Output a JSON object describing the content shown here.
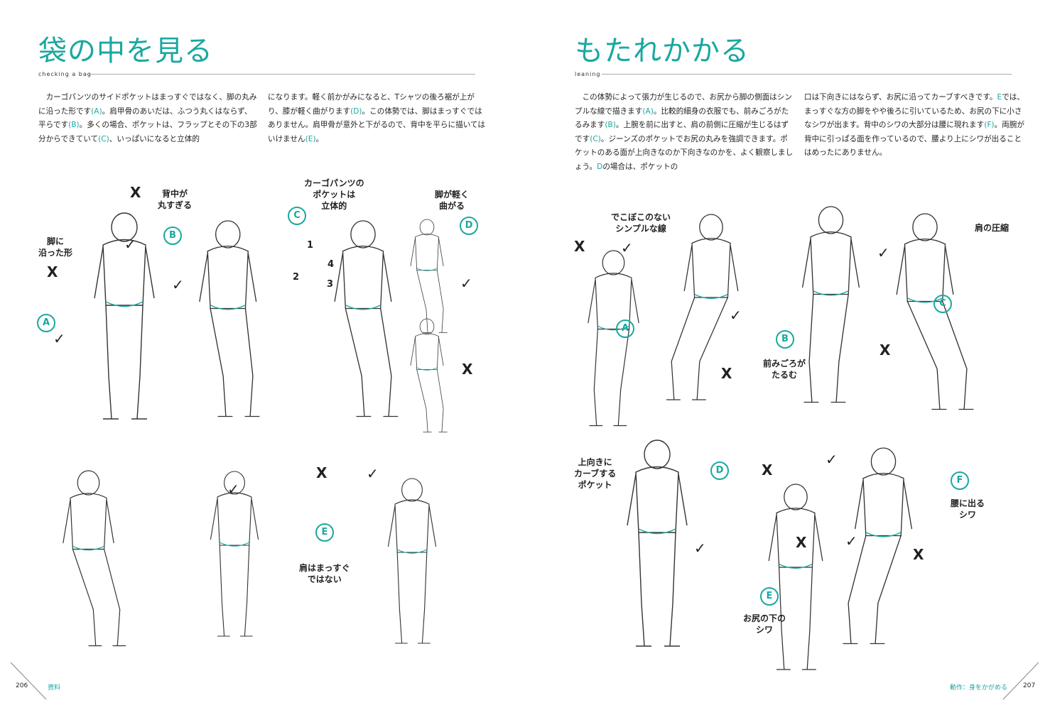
{
  "left_page": {
    "title": "袋の中を見る",
    "subtitle": "checking a bag",
    "paragraphs": [
      [
        "カーゴパンツのサイドポケットはまっすぐではなく、脚の丸みに沿った形です",
        "(A)",
        "。肩甲骨のあいだは、ふつう丸くはならず、平らです",
        "(B)",
        "。多くの場合、ポケットは、フラップとその下の3部分からできていて",
        "(C)",
        "、いっぱいになると立体的"
      ],
      [
        "になります。軽く前かがみになると、Tシャツの後ろ裾が上がり、膝が軽く曲がります",
        "(D)",
        "。この体勢では、脚はまっすぐではありません。肩甲骨が意外と下がるので、背中を平らに描いてはいけません",
        "(E)",
        "。"
      ]
    ],
    "labels": [
      "背中が\n丸すぎる",
      "脚に\n沿った形",
      "カーゴパンツの\nポケットは\n立体的",
      "脚が軽く\n曲がる",
      "肩はまっすぐ\nではない"
    ],
    "circled": [
      "A",
      "B",
      "C",
      "D",
      "E"
    ],
    "numbers": [
      "1",
      "2",
      "3",
      "4"
    ],
    "page_number": "206",
    "section": "資料"
  },
  "right_page": {
    "title": "もたれかかる",
    "subtitle": "leaning",
    "paragraphs": [
      [
        "この体勢によって張力が生じるので、お尻から脚の側面はシンプルな線で描きます",
        "(A)",
        "。比較的細身の衣服でも、前みごろがたるみます",
        "(B)",
        "。上腕を前に出すと、肩の前側に圧縮が生じるはずです",
        "(C)",
        "。ジーンズのポケットでお尻の丸みを強調できます。ポケットのある面が上向きなのか下向きなのかを、よく観察しましょう。",
        "D",
        "の場合は、ポケットの"
      ],
      [
        "口は下向きにはならず、お尻に沿ってカーブすべきです。",
        "E",
        "では、まっすぐな方の脚をやや後ろに引いているため、お尻の下に小さなシワが出ます。背中のシワの大部分は腰に現れます",
        "(F)",
        "。両腕が背中に引っぱる面を作っているので、腰より上にシワが出ることはめったにありません。"
      ]
    ],
    "labels": [
      "でこぼこのない\nシンプルな線",
      "肩の圧縮",
      "前みごろが\nたるむ",
      "上向きに\nカーブする\nポケット",
      "腰に出る\nシワ",
      "お尻の下の\nシワ"
    ],
    "circled": [
      "A",
      "B",
      "C",
      "D",
      "E",
      "F"
    ],
    "page_number": "207",
    "section": "動作：身をかがめる"
  },
  "marks": {
    "wrong": "X",
    "right": "✓"
  },
  "colors": {
    "accent": "#1aa8a0",
    "text": "#231f20"
  }
}
